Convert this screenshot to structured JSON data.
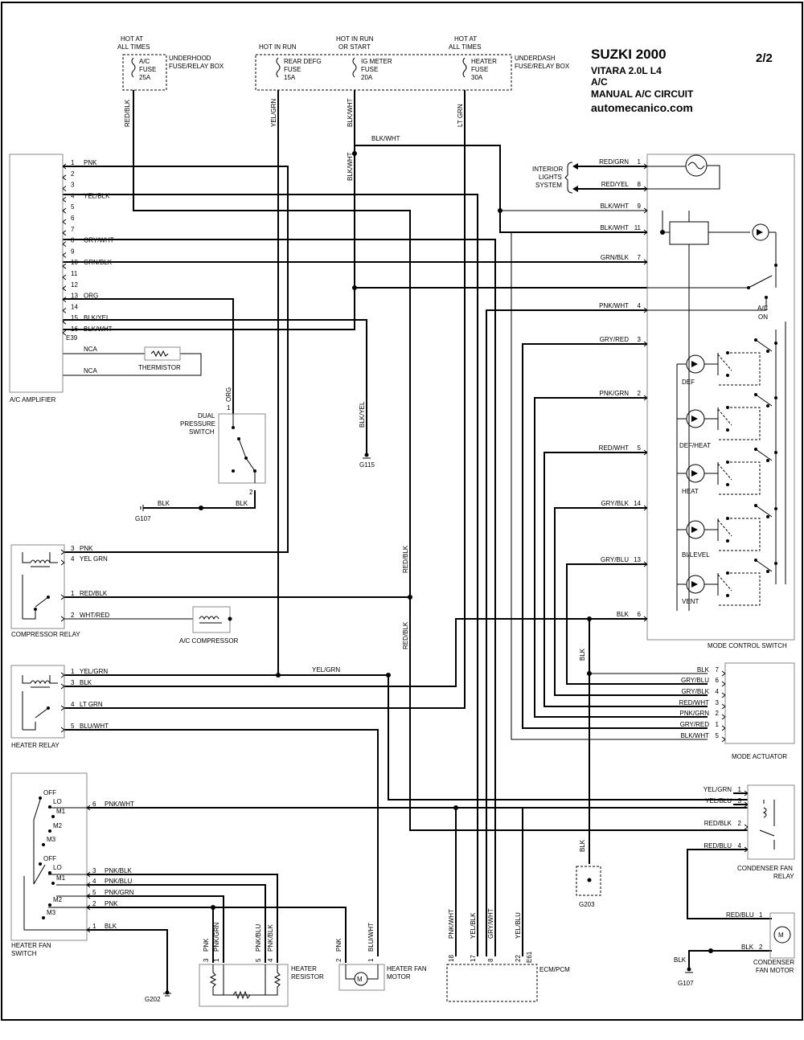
{
  "header": {
    "make_year": "SUZKI 2000",
    "model_line": "VITARA  2.0L  L4",
    "system": "A/C",
    "circuit": "MANUAL A/C CIRCUIT",
    "site": "automecanico.com",
    "page": "2/2"
  },
  "fuse_box": {
    "hot_at_all_times_1": "HOT AT",
    "hot_at_all_times_2": "ALL TIMES",
    "underhood_1": "UNDERHOOD",
    "underhood_2": "FUSE/RELAY BOX",
    "ac_fuse_1": "A/C",
    "ac_fuse_2": "FUSE",
    "ac_fuse_3": "25A",
    "hot_in_run": "HOT IN RUN",
    "hot_in_run_start_1": "HOT IN RUN",
    "hot_in_run_start_2": "OR START",
    "rear_defg_1": "REAR DEFG",
    "rear_defg_2": "FUSE",
    "rear_defg_3": "15A",
    "ig_meter_1": "IG METER",
    "ig_meter_2": "FUSE",
    "ig_meter_3": "20A",
    "heater_fuse_1": "HEATER",
    "heater_fuse_2": "FUSE",
    "heater_fuse_3": "30A",
    "underdash_1": "UNDERDASH",
    "underdash_2": "FUSE/RELAY BOX"
  },
  "wires": {
    "red_blk": "RED/BLK",
    "yel_grn": "YEL/GRN",
    "blk_wht": "BLK/WHT",
    "lt_grn": "LT GRN",
    "blk_yel": "BLK/YEL",
    "org": "ORG",
    "blk": "BLK"
  },
  "ac_amplifier": {
    "name": "A/C AMPLIFIER",
    "connector": "E39",
    "pins": [
      {
        "num": "1",
        "wire": "PNK"
      },
      {
        "num": "2",
        "wire": ""
      },
      {
        "num": "3",
        "wire": ""
      },
      {
        "num": "4",
        "wire": "YEL/BLK"
      },
      {
        "num": "5",
        "wire": ""
      },
      {
        "num": "6",
        "wire": ""
      },
      {
        "num": "7",
        "wire": ""
      },
      {
        "num": "8",
        "wire": "GRY/WHT"
      },
      {
        "num": "9",
        "wire": ""
      },
      {
        "num": "10",
        "wire": "GRN/BLK"
      },
      {
        "num": "11",
        "wire": ""
      },
      {
        "num": "12",
        "wire": ""
      },
      {
        "num": "13",
        "wire": "ORG"
      },
      {
        "num": "14",
        "wire": ""
      },
      {
        "num": "15",
        "wire": "BLK/YEL"
      },
      {
        "num": "16",
        "wire": "BLK/WHT"
      }
    ],
    "nca_1": "NCA",
    "nca_2": "NCA",
    "thermistor": "THERMISTOR"
  },
  "dual_pressure_switch": {
    "name_1": "DUAL",
    "name_2": "PRESSURE",
    "name_3": "SWITCH",
    "pin1": "1",
    "pin2": "2"
  },
  "grounds": {
    "g107": "G107",
    "g115": "G115",
    "g202": "G202",
    "g203": "G203"
  },
  "interior_lights": {
    "label_1": "INTERIOR",
    "label_2": "LIGHTS",
    "label_3": "SYSTEM"
  },
  "mode_control_switch": {
    "name": "MODE CONTROL SWITCH",
    "pins": [
      {
        "num": "1",
        "wire": "RED/GRN"
      },
      {
        "num": "8",
        "wire": "RED/YEL"
      },
      {
        "num": "9",
        "wire": "BLK/WHT"
      },
      {
        "num": "11",
        "wire": "BLK/WHT"
      },
      {
        "num": "7",
        "wire": "GRN/BLK"
      },
      {
        "num": "4",
        "wire": "PNK/WHT"
      },
      {
        "num": "3",
        "wire": "GRY/RED"
      },
      {
        "num": "2",
        "wire": "PNK/GRN"
      },
      {
        "num": "5",
        "wire": "RED/WHT"
      },
      {
        "num": "14",
        "wire": "GRY/BLK"
      },
      {
        "num": "13",
        "wire": "GRY/BLU"
      },
      {
        "num": "6",
        "wire": "BLK"
      }
    ],
    "ac_on_1": "A/C",
    "ac_on_2": "ON",
    "modes": [
      "DEF",
      "DEF/HEAT",
      "HEAT",
      "BI/LEVEL",
      "VENT"
    ]
  },
  "compressor_relay": {
    "name": "COMPRESSOR RELAY",
    "pins": [
      {
        "num": "3",
        "wire": "PNK"
      },
      {
        "num": "4",
        "wire": "YEL GRN"
      },
      {
        "num": "1",
        "wire": "RED/BLK"
      },
      {
        "num": "2",
        "wire": "WHT/RED"
      }
    ],
    "compressor": "A/C COMPRESSOR"
  },
  "heater_relay": {
    "name": "HEATER RELAY",
    "pins": [
      {
        "num": "1",
        "wire": "YEL/GRN"
      },
      {
        "num": "3",
        "wire": "BLK"
      },
      {
        "num": "4",
        "wire": "LT GRN"
      },
      {
        "num": "5",
        "wire": "BLU/WHT"
      }
    ]
  },
  "mode_actuator": {
    "name": "MODE ACTUATOR",
    "pins": [
      {
        "num": "7",
        "wire": "BLK"
      },
      {
        "num": "6",
        "wire": "GRY/BLU"
      },
      {
        "num": "4",
        "wire": "GRY/BLK"
      },
      {
        "num": "3",
        "wire": "RED/WHT"
      },
      {
        "num": "2",
        "wire": "PNK/GRN"
      },
      {
        "num": "1",
        "wire": "GRY/RED"
      },
      {
        "num": "5",
        "wire": "BLK/WHT"
      }
    ]
  },
  "condenser_fan_relay": {
    "name_1": "CONDENSER FAN",
    "name_2": "RELAY",
    "pins": [
      {
        "num": "1",
        "wire": "YEL/GRN"
      },
      {
        "num": "3",
        "wire": "YEL/BLU"
      },
      {
        "num": "2",
        "wire": "RED/BLK"
      },
      {
        "num": "4",
        "wire": "RED/BLU"
      }
    ]
  },
  "condenser_fan_motor": {
    "name_1": "CONDENSER",
    "name_2": "FAN MOTOR",
    "pin1": "1",
    "pin1_wire": "RED/BLU",
    "pin2": "2",
    "pin2_wire": "BLK",
    "motor": "M"
  },
  "heater_fan_switch": {
    "name_1": "HEATER FAN",
    "name_2": "SWITCH",
    "positions": [
      "OFF",
      "LO",
      "M1",
      "M2",
      "M3"
    ],
    "pins": [
      {
        "num": "6",
        "wire": "PNK/WHT"
      },
      {
        "num": "3",
        "wire": "PNK/BLK"
      },
      {
        "num": "4",
        "wire": "PNK/BLU"
      },
      {
        "num": "5",
        "wire": "PNK/GRN"
      },
      {
        "num": "2",
        "wire": "PNK"
      },
      {
        "num": "1",
        "wire": "BLK"
      }
    ]
  },
  "heater_resistor": {
    "name_1": "HEATER",
    "name_2": "RESISTOR",
    "pins": [
      {
        "num": "3",
        "wire": "PNK"
      },
      {
        "num": "1",
        "wire": "PNK/GRN"
      },
      {
        "num": "5",
        "wire": "PNK/BLU"
      },
      {
        "num": "4",
        "wire": "PNK/BLK"
      }
    ]
  },
  "heater_fan_motor": {
    "name_1": "HEATER FAN",
    "name_2": "MOTOR",
    "pins": [
      {
        "num": "2",
        "wire": "PNK"
      },
      {
        "num": "1",
        "wire": "BLU/WHT"
      }
    ],
    "motor": "M"
  },
  "ecm": {
    "name": "ECM/PCM",
    "connector": "E61",
    "pins": [
      {
        "num": "18",
        "wire": "PNK/WHT"
      },
      {
        "num": "17",
        "wire": "YEL/BLK"
      },
      {
        "num": "8",
        "wire": "GRY/WHT"
      },
      {
        "num": "22",
        "wire": "YEL/BLU"
      }
    ]
  }
}
